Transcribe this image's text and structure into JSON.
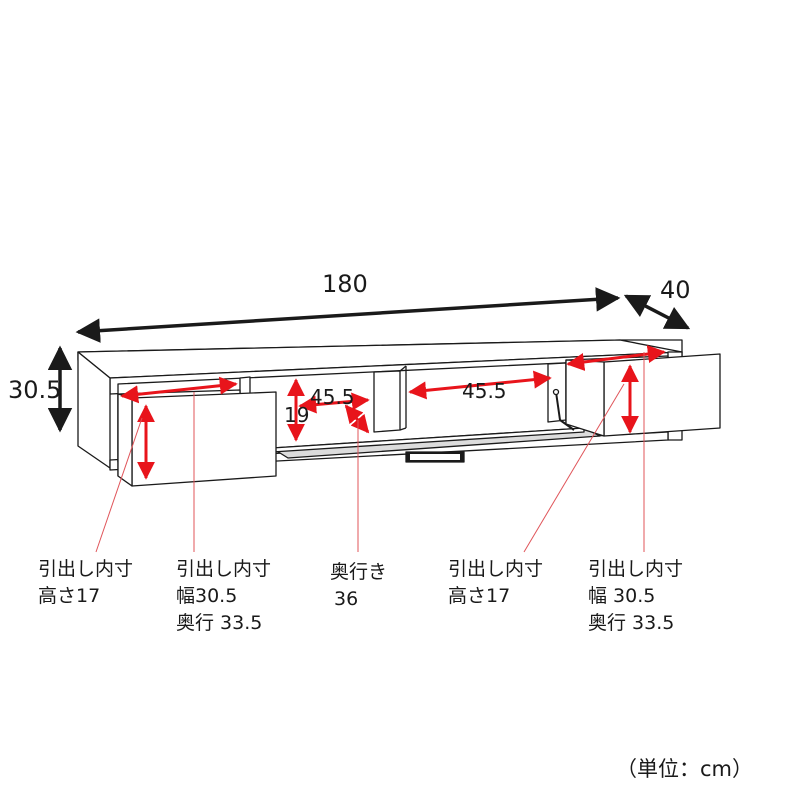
{
  "dimensions": {
    "width": "180",
    "depth": "40",
    "height": "30.5",
    "center_left_width": "45.5",
    "center_left_height": "19",
    "center_right_width": "45.5"
  },
  "callouts": {
    "left_drawer_height": {
      "line1": "引出し内寸",
      "line2": "高さ17"
    },
    "left_drawer_size": {
      "line1": "引出し内寸",
      "line2": "幅30.5",
      "line3": "奥行 33.5"
    },
    "center_depth": {
      "line1": "奥行き",
      "line2": "36"
    },
    "right_drawer_height": {
      "line1": "引出し内寸",
      "line2": "高さ17"
    },
    "right_drawer_size": {
      "line1": "引出し内寸",
      "line2": "幅 30.5",
      "line3": "奥行 33.5"
    }
  },
  "unit_note": "（単位：cm）",
  "colors": {
    "outline": "#1a1a1a",
    "dimension_red": "#e8141b",
    "leader_red": "#e0555a",
    "furniture_fill": "#ffffff",
    "shelf_shade": "#dcdcdc"
  }
}
